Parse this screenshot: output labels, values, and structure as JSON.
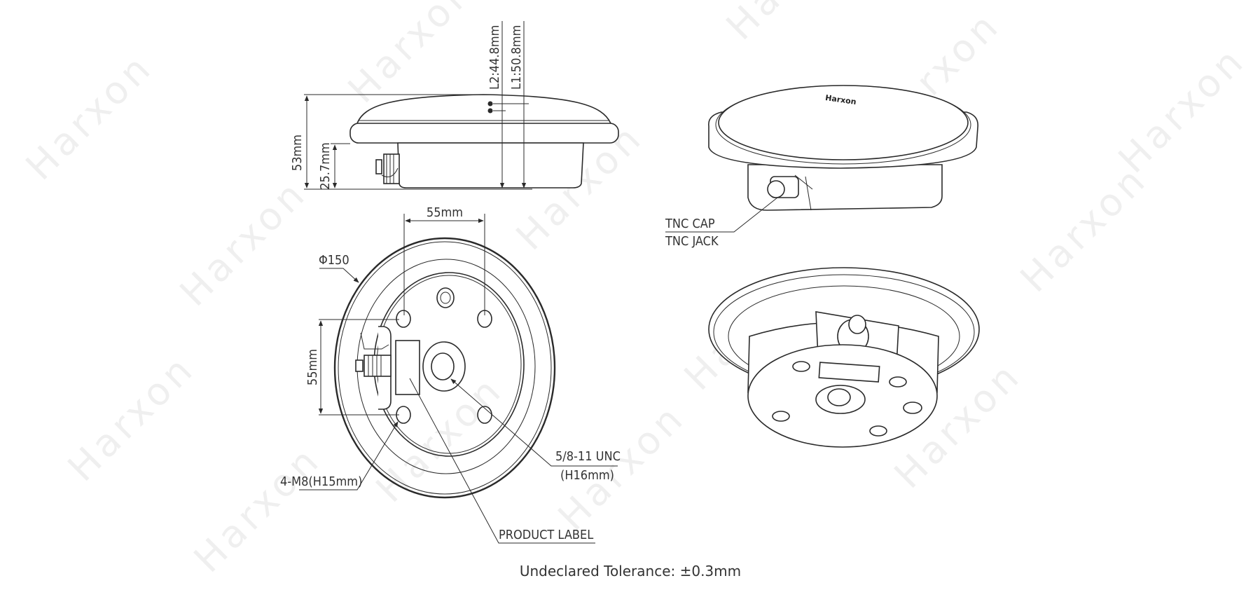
{
  "watermark": "Harxon",
  "side_view": {
    "total_height": "53mm",
    "base_height": "25.7mm",
    "l2_height": "L2:44.8mm",
    "l1_height": "L1:50.8mm"
  },
  "bottom_view": {
    "hole_spacing_horizontal": "55mm",
    "hole_spacing_vertical": "55mm",
    "diameter": "Φ150",
    "mount_holes": "4-M8(H15mm)",
    "center_thread": "5/8-11 UNC",
    "center_thread_depth": "(H16mm)",
    "product_label": "PRODUCT LABEL"
  },
  "iso_view": {
    "tnc_cap": "TNC CAP",
    "tnc_jack": "TNC JACK"
  },
  "tolerance_note": "Undeclared Tolerance: ±0.3mm"
}
